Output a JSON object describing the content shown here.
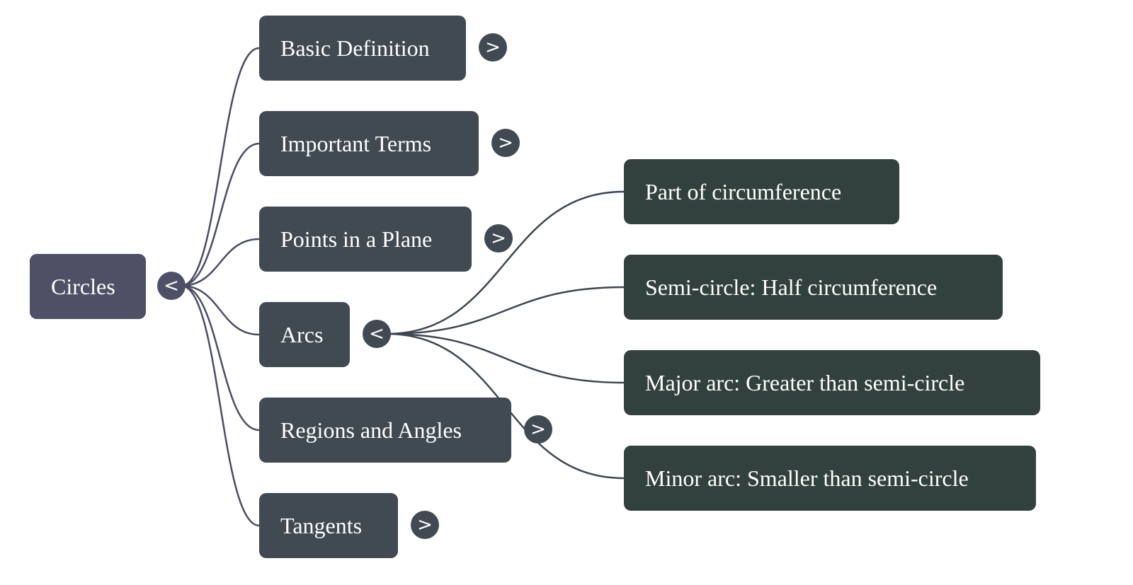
{
  "mindmap": {
    "root": {
      "label": "Circles",
      "toggle": "<",
      "expanded": true,
      "color": "#4e5066"
    },
    "children": [
      {
        "label": "Basic Definition",
        "toggle": ">",
        "expanded": false
      },
      {
        "label": "Important Terms",
        "toggle": ">",
        "expanded": false
      },
      {
        "label": "Points in a Plane",
        "toggle": ">",
        "expanded": false
      },
      {
        "label": "Arcs",
        "toggle": "<",
        "expanded": true,
        "children": [
          {
            "label": "Part of circumference"
          },
          {
            "label": "Semi-circle: Half circumference"
          },
          {
            "label": "Major arc: Greater than semi-circle"
          },
          {
            "label": "Minor arc: Smaller than semi-circle"
          }
        ]
      },
      {
        "label": "Regions and Angles",
        "toggle": ">",
        "expanded": false
      },
      {
        "label": "Tangents",
        "toggle": ">",
        "expanded": false
      }
    ],
    "colors": {
      "root_node": "#4e5066",
      "level1_node": "#414953",
      "level2_node": "#32413d",
      "edge_root": "#4a4e62",
      "edge_level1": "#3d4650",
      "text": "#ffffff"
    }
  }
}
